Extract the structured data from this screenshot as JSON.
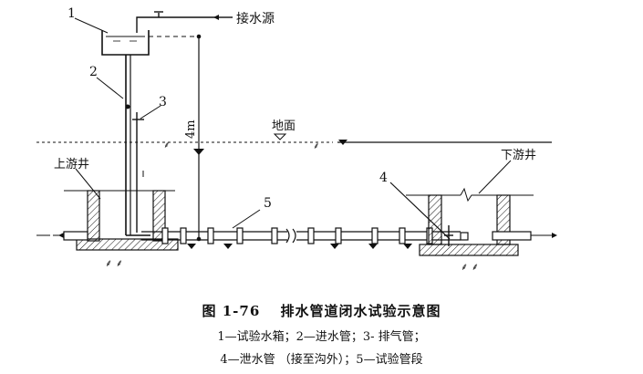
{
  "diagram": {
    "labels": {
      "n1": "1",
      "n2": "2",
      "n3": "3",
      "n4": "4",
      "n5": "5",
      "water_source": "接水源",
      "ground": "地面",
      "height": "4m",
      "upstream_well": "上游井",
      "downstream_well": "下游井"
    }
  },
  "caption": {
    "title": "图 1-76　 排水管道闭水试验示意图",
    "line1": "1—试验水箱；2—进水管；3- 排气管；",
    "line2": "4—泄水管 （接至沟外）；5—试验管段"
  },
  "colors": {
    "ink": "#111111",
    "background": "#ffffff"
  }
}
